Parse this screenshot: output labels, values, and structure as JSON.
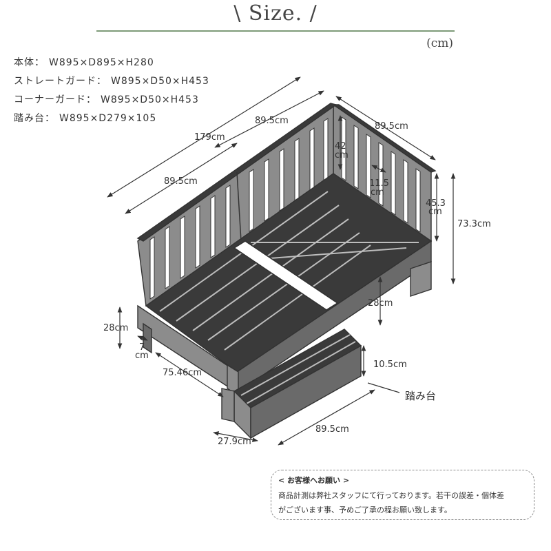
{
  "title": "\\ Size. /",
  "unit_label": "(cm)",
  "specs": [
    {
      "label": "本体：",
      "value": "W895×D895×H280"
    },
    {
      "label": "ストレートガード：",
      "value": "W895×D50×H453"
    },
    {
      "label": "コーナーガード：",
      "value": "W895×D50×H453"
    },
    {
      "label": "踏み台：",
      "value": "W895×D279×105"
    }
  ],
  "dimensions": {
    "total_length": "179cm",
    "left_upper": "89.5cm",
    "right_upper": "89.5cm",
    "left_lower": "89.5cm",
    "guard_height_inner_top": "42",
    "guard_height_inner_bottom": "cm",
    "post_gap_top": "11.5",
    "post_gap_bottom": "cm",
    "guard_height_right_top": "45.3",
    "guard_height_right_bottom": "cm",
    "total_height": "73.3cm",
    "body_height_right": "28cm",
    "body_height_left": "28cm",
    "leg_offset_top": "7",
    "leg_offset_bottom": "cm",
    "diagonal_depth": "75.46cm",
    "step_height": "10.5cm",
    "step_width": "89.5cm",
    "step_depth": "27.9cm"
  },
  "step_label": "踏み台",
  "notice": {
    "title": "< お客様へお願い >",
    "line1": "商品計測は弊社スタッフにて行っております。若干の誤差・個体差",
    "line2": "がございます事、予めご了承の程お願い致します。"
  },
  "colors": {
    "wood_top": "#3a3a3a",
    "wood_side": "#6a6a6a",
    "wood_face": "#8c8c8c",
    "accent_rule": "#7d9a78",
    "ink": "#333333"
  }
}
